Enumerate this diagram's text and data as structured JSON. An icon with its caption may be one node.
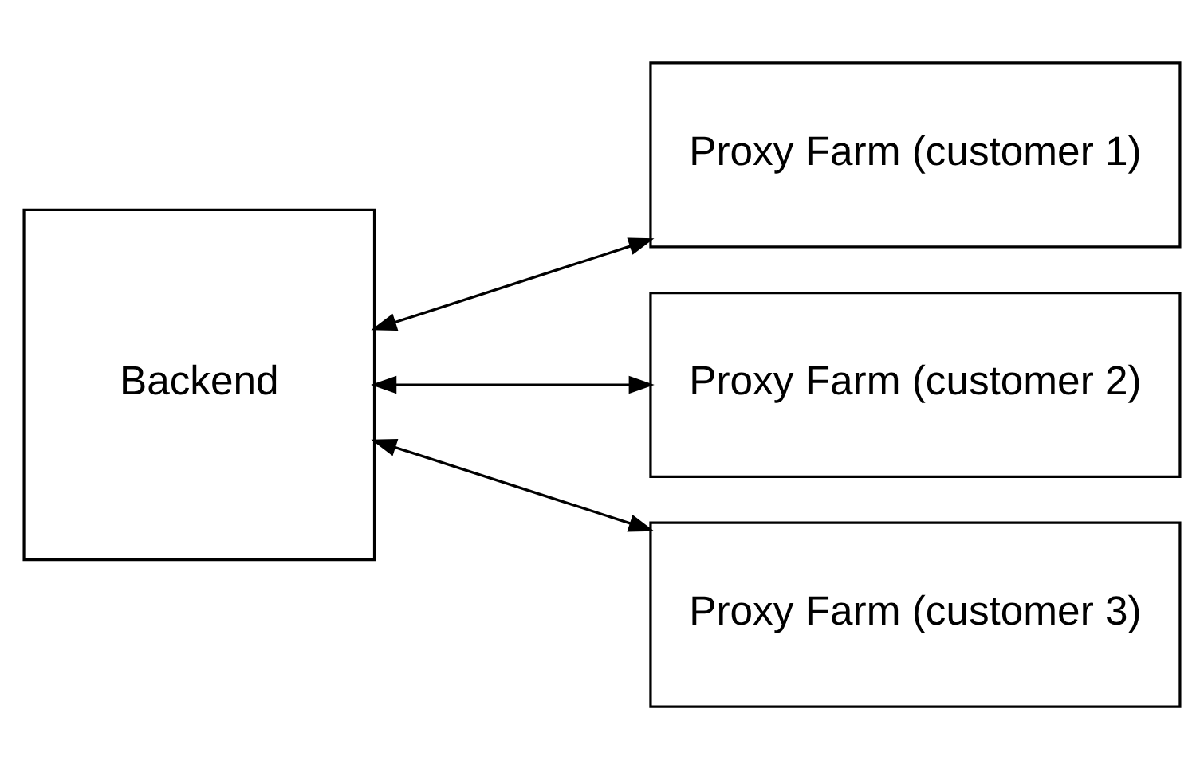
{
  "diagram": {
    "nodes": [
      {
        "text": [
          "Backend"
        ]
      },
      {
        "text": [
          "Proxy Farm (customer 1)"
        ]
      },
      {
        "text": [
          "Proxy Farm (customer 2)"
        ]
      },
      {
        "text": [
          "Proxy Farm (customer 3)"
        ]
      }
    ],
    "edges": [
      {
        "from": 0,
        "to": 1,
        "arrow": "both"
      },
      {
        "from": 0,
        "to": 2,
        "arrow": "both"
      },
      {
        "from": 0,
        "to": 3,
        "arrow": "both"
      }
    ]
  }
}
